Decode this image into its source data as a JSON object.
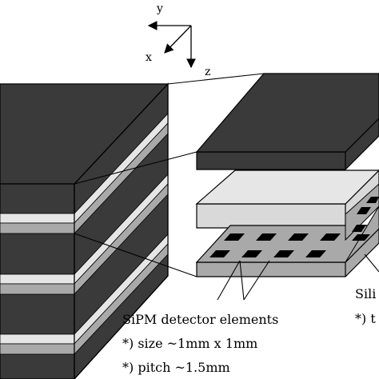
{
  "axes": {
    "x": "x",
    "y": "y",
    "z": "z"
  },
  "labels": {
    "sipm_title": "SiPM detector elements",
    "sipm_size": "*) size ~1mm x 1mm",
    "sipm_pitch": "*) pitch ~1.5mm",
    "silicon_cut": "Sili",
    "silicon_note_cut": "*) t"
  },
  "colors": {
    "dark_layer": "#3a3a3a",
    "scintillator": "#e6e6e6",
    "substrate": "#a9a9a9",
    "pixel": "#000000",
    "outline": "#000000"
  }
}
